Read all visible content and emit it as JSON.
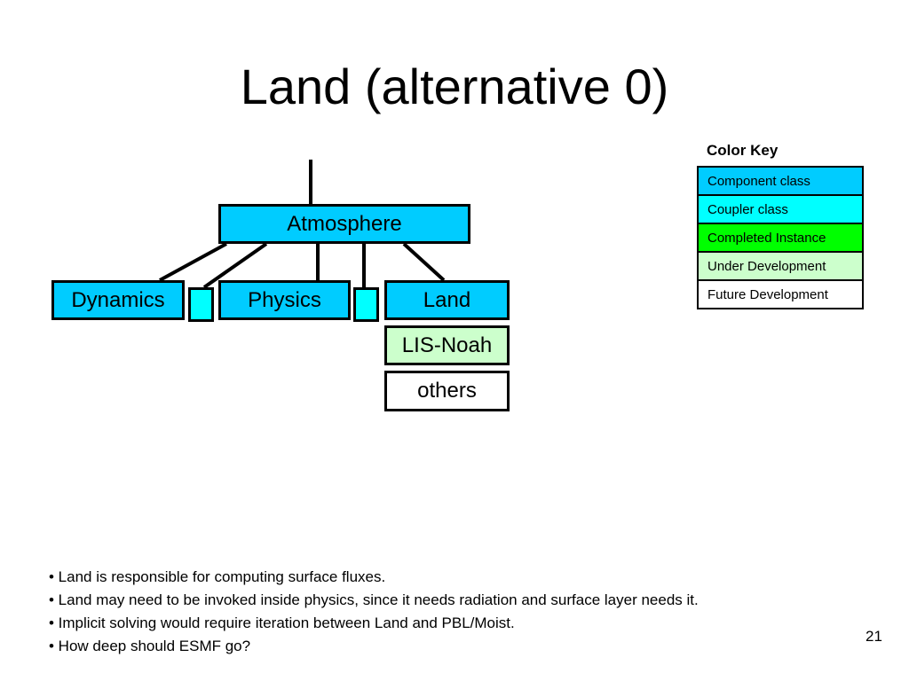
{
  "slide": {
    "title": "Land (alternative 0)",
    "number": "21"
  },
  "colors": {
    "component": "#00ccff",
    "coupler": "#00ffff",
    "completed": "#00ff00",
    "under_development": "#ccffcc",
    "future": "#ffffff"
  },
  "diagram": {
    "atmosphere": "Atmosphere",
    "dynamics": "Dynamics",
    "physics": "Physics",
    "land": "Land",
    "lis_noah": "LIS-Noah",
    "others": "others"
  },
  "color_key": {
    "title": "Color Key",
    "items": [
      {
        "label": "Component class",
        "color": "#00ccff"
      },
      {
        "label": "Coupler class",
        "color": "#00ffff"
      },
      {
        "label": "Completed Instance",
        "color": "#00ff00"
      },
      {
        "label": "Under Development",
        "color": "#ccffcc"
      },
      {
        "label": "Future Development",
        "color": "#ffffff"
      }
    ]
  },
  "bullets": [
    "• Land is responsible for computing surface fluxes.",
    "• Land may need to be invoked inside physics, since it needs radiation and surface layer needs it.",
    "• Implicit solving would require iteration between Land and PBL/Moist.",
    "• How deep should ESMF go?"
  ]
}
